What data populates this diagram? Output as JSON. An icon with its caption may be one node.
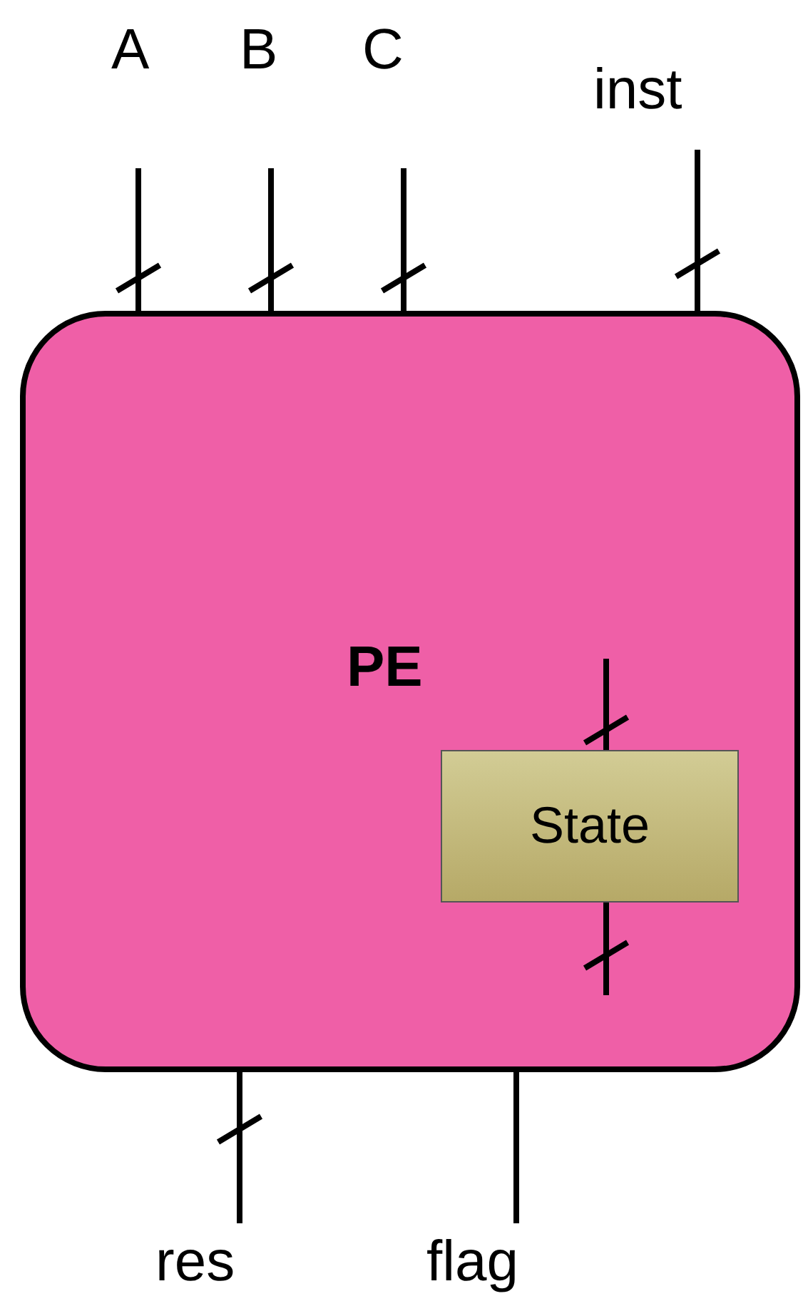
{
  "diagram": {
    "nodes": [
      {
        "text": [
          "A"
        ]
      },
      {
        "text": [
          "B"
        ]
      },
      {
        "text": [
          "C"
        ]
      },
      {
        "text": [
          "inst"
        ]
      },
      {
        "text": [
          "PE"
        ]
      },
      {
        "text": [
          "State"
        ],
        "in": 4
      },
      {
        "text": [
          "res"
        ]
      },
      {
        "text": [
          "flag"
        ]
      }
    ],
    "edges": [
      {
        "from": 0,
        "to": 4,
        "arrow": "none"
      },
      {
        "from": 1,
        "to": 4,
        "arrow": "none"
      },
      {
        "from": 2,
        "to": 4,
        "arrow": "none"
      },
      {
        "from": 3,
        "to": 4,
        "arrow": "none"
      },
      {
        "from": null,
        "to": 5,
        "arrow": "none"
      },
      {
        "from": 5,
        "to": null,
        "arrow": "none"
      },
      {
        "from": 4,
        "to": 6,
        "arrow": "none"
      },
      {
        "from": 4,
        "to": 7,
        "arrow": "none"
      }
    ]
  }
}
